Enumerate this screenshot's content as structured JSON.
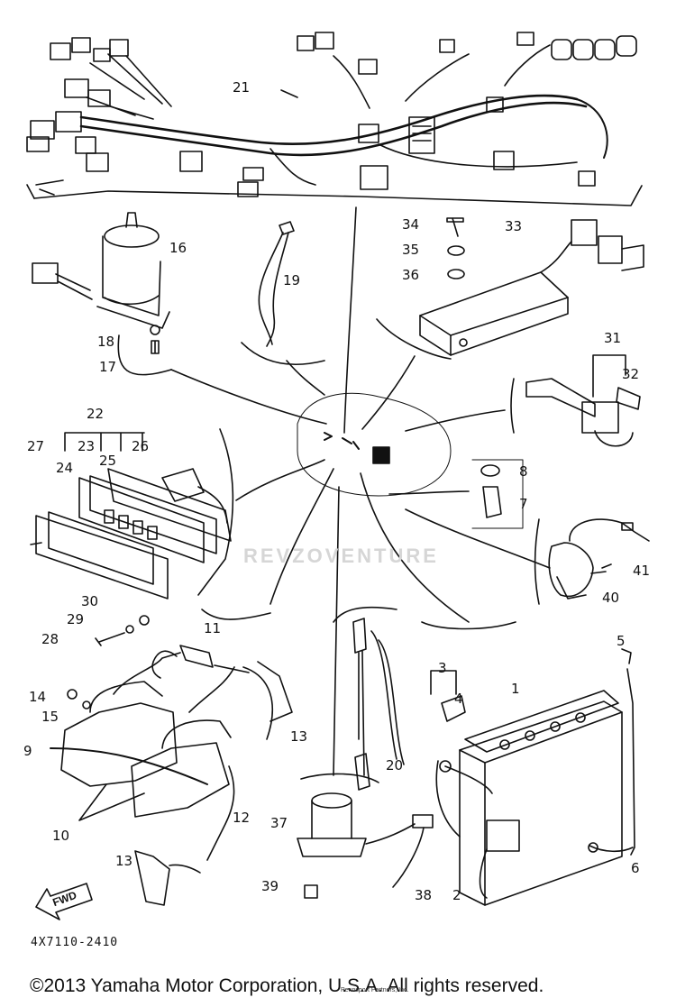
{
  "diagram": {
    "callouts": {
      "c1": "1",
      "c2": "2",
      "c3": "3",
      "c4": "4",
      "c5": "5",
      "c6": "6",
      "c7": "7",
      "c8": "8",
      "c9": "9",
      "c10": "10",
      "c11": "11",
      "c12": "12",
      "c13a": "13",
      "c13b": "13",
      "c14": "14",
      "c15": "15",
      "c16": "16",
      "c17": "17",
      "c18": "18",
      "c19": "19",
      "c20": "20",
      "c21": "21",
      "c22": "22",
      "c23": "23",
      "c24": "24",
      "c25": "25",
      "c26": "26",
      "c27": "27",
      "c28": "28",
      "c29": "29",
      "c30": "30",
      "c31": "31",
      "c32": "32",
      "c33": "33",
      "c34": "34",
      "c35": "35",
      "c36": "36",
      "c37": "37",
      "c38": "38",
      "c39": "39",
      "c40": "40",
      "c41": "41"
    },
    "part_code": "4X7110-2410",
    "fwd_label": "FWD",
    "watermark": "REVZOVENTURE",
    "colors": {
      "ink": "#111111",
      "background": "#ffffff",
      "watermark": "#d6d6d6"
    }
  },
  "footer": {
    "copyright": "©2013 Yamaha Motor Corporation, U.S.A. All rights reserved.",
    "small_print": "Pennsport Partners, Inc."
  }
}
